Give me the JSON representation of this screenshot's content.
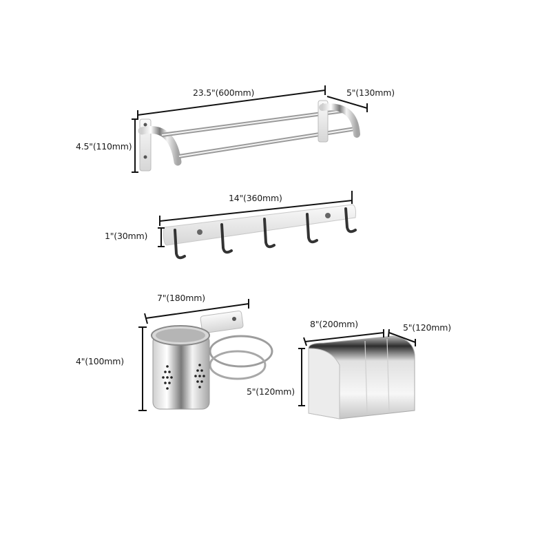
{
  "products": [
    {
      "name": "Double towel bar",
      "dimensions": {
        "length": "23.5\"(600mm)",
        "depth": "5\"(130mm)",
        "height": "4.5\"(110mm)"
      }
    },
    {
      "name": "Robe hook rail (5 hooks)",
      "dimensions": {
        "length": "14\"(360mm)",
        "height": "1\"(30mm)"
      }
    },
    {
      "name": "Hair dryer holder with cup",
      "dimensions": {
        "length": "7\"(180mm)",
        "height": "4\"(100mm)"
      }
    },
    {
      "name": "Toilet paper holder",
      "dimensions": {
        "length": "8\"(200mm)",
        "depth": "5\"(120mm)",
        "height": "5\"(120mm)"
      }
    }
  ],
  "colors": {
    "background": "#ffffff",
    "dimension_line": "#111111",
    "steel_light": "#f2f2f2",
    "steel_dark": "#4a4a4a"
  }
}
